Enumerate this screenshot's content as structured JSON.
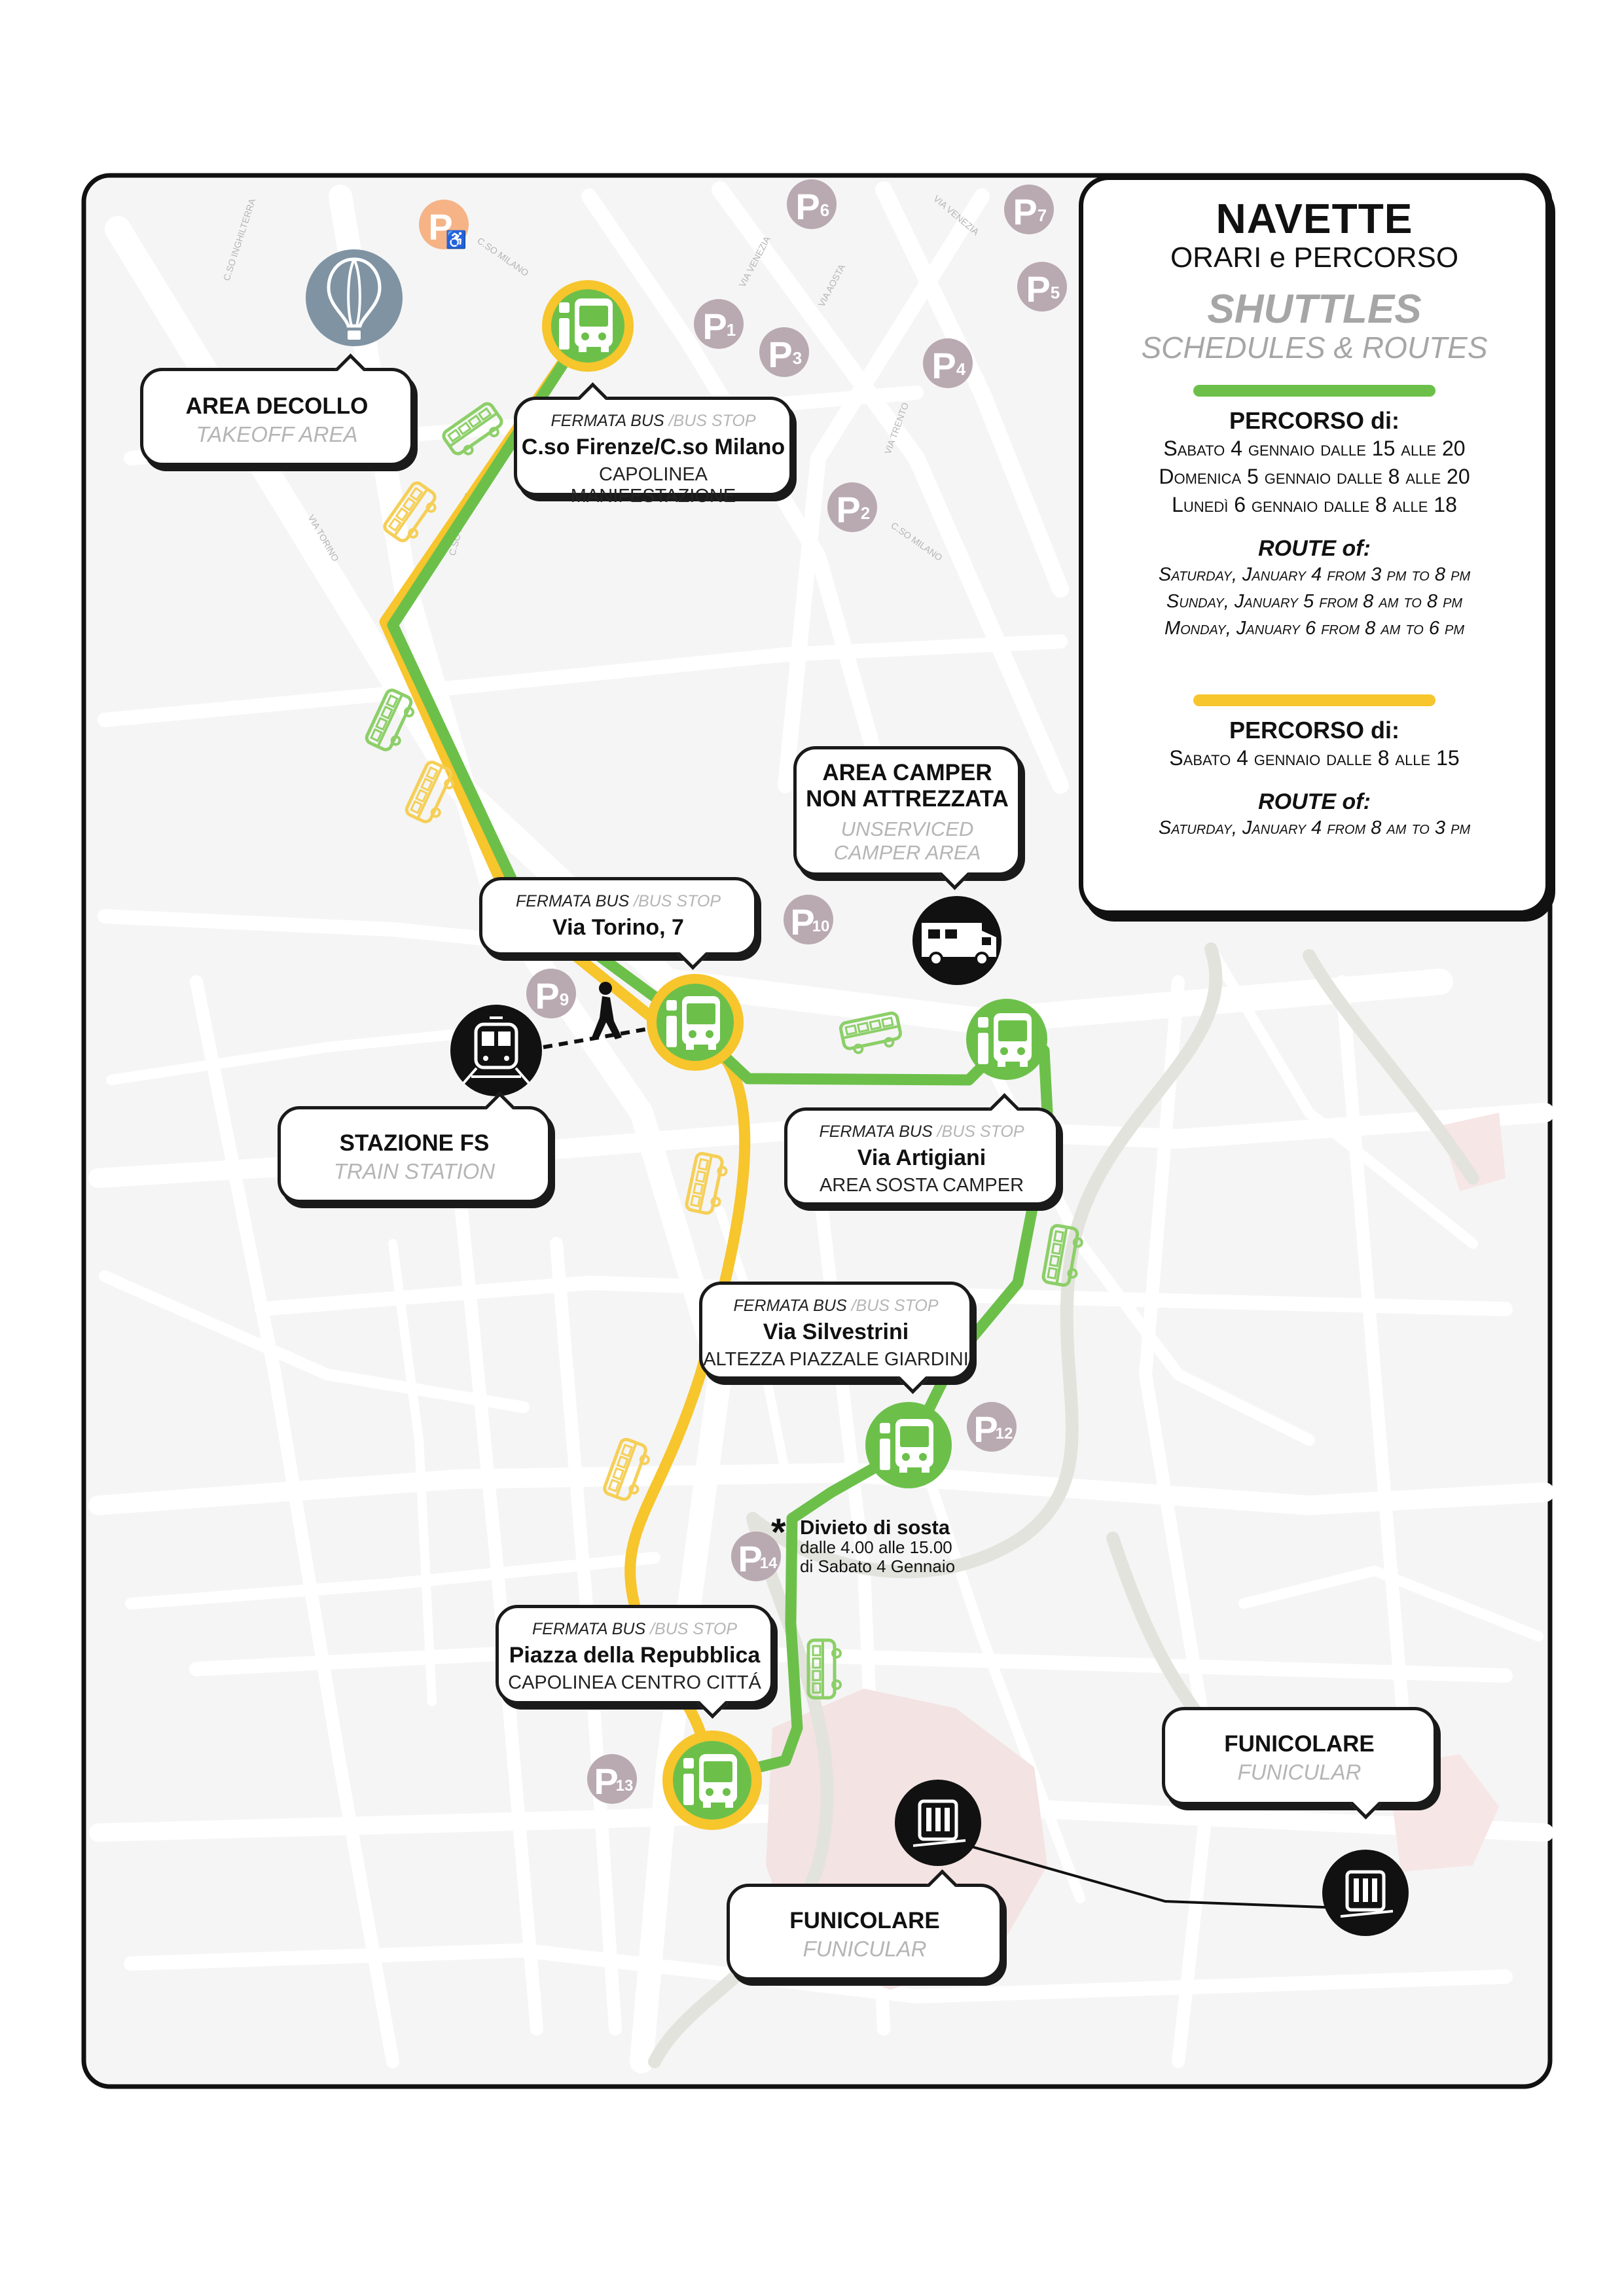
{
  "panel": {
    "title": "NAVETTE",
    "subtitle": "ORARI e PERCORSO",
    "title_en": "SHUTTLES",
    "subtitle_en": "SCHEDULES & ROUTES",
    "green": {
      "color": "#6cc04a",
      "heading": "PERCORSO di:",
      "lines": [
        "Sabato 4 gennaio dalle 15 alle 20",
        "Domenica 5 gennaio dalle 8 alle 20",
        "Lunedì 6 gennaio dalle 8 alle 18"
      ],
      "heading_en": "ROUTE of:",
      "lines_en": [
        "Saturday, January 4 from 3 pm to 8 pm",
        "Sunday, January 5 from 8 am to 8 pm",
        "Monday, January 6 from 8 am to 6 pm"
      ]
    },
    "yellow": {
      "color": "#f7c52c",
      "heading": "PERCORSO di:",
      "lines": [
        "Sabato 4 gennaio dalle 8 alle 15"
      ],
      "heading_en": "ROUTE of:",
      "lines_en": [
        "Saturday, January 4 from 8 am to 3 pm"
      ]
    }
  },
  "stops": {
    "corso_firenze": {
      "label": "FERMATA BUS",
      "label_en": "/BUS STOP",
      "name": "C.so Firenze/C.so Milano",
      "sub": "CAPOLINEA MANIFESTAZIONE"
    },
    "via_torino": {
      "label": "FERMATA BUS",
      "label_en": "/BUS STOP",
      "name": "Via Torino, 7"
    },
    "via_artigiani": {
      "label": "FERMATA BUS",
      "label_en": "/BUS STOP",
      "name": "Via Artigiani",
      "sub": "AREA SOSTA CAMPER"
    },
    "via_silvestrini": {
      "label": "FERMATA BUS",
      "label_en": "/BUS STOP",
      "name": "Via Silvestrini",
      "sub": "ALTEZZA PIAZZALE GIARDINI"
    },
    "piazza_repubblica": {
      "label": "FERMATA BUS",
      "label_en": "/BUS STOP",
      "name": "Piazza della Repubblica",
      "sub": "CAPOLINEA CENTRO CITTÁ"
    }
  },
  "places": {
    "area_decollo": {
      "name": "AREA DECOLLO",
      "name_en": "TAKEOFF AREA",
      "icon": "balloon-icon"
    },
    "area_camper": {
      "name_line1": "AREA CAMPER",
      "name_line2": "NON ATTREZZATA",
      "name_en_line1": "UNSERVICED",
      "name_en_line2": "CAMPER AREA",
      "icon": "camper-icon"
    },
    "stazione": {
      "name": "STAZIONE FS",
      "name_en": "TRAIN STATION",
      "icon": "train-icon"
    },
    "funicolare_1": {
      "name": "FUNICOLARE",
      "name_en": "FUNICULAR",
      "icon": "funicular-icon"
    },
    "funicolare_2": {
      "name": "FUNICOLARE",
      "name_en": "FUNICULAR",
      "icon": "funicular-icon"
    }
  },
  "parking": {
    "letter": "P",
    "numbers": [
      "1",
      "2",
      "3",
      "4",
      "5",
      "6",
      "7",
      "9",
      "10",
      "12",
      "13",
      "14"
    ],
    "disabled_symbol": "♿"
  },
  "warning": {
    "mark": "*",
    "title": "Divieto di sosta",
    "line1": "dalle 4.00 alle 15.00",
    "line2": "di Sabato 4 Gennaio"
  },
  "streets": [
    "C.SO INGHILTERRA",
    "C.SO MILANO",
    "VIA VENEZIA",
    "VIA AOSTA",
    "VIA VENEZIA",
    "VIA TRENTO",
    "C.SO MILANO",
    "VIA TORINO",
    "C.SO FIRENZE"
  ],
  "colors": {
    "green": "#6cc04a",
    "yellow": "#f7c52c",
    "parking": "#b9a9b0",
    "parking_disabled": "#f5b386",
    "dark": "#1a1a1a"
  }
}
